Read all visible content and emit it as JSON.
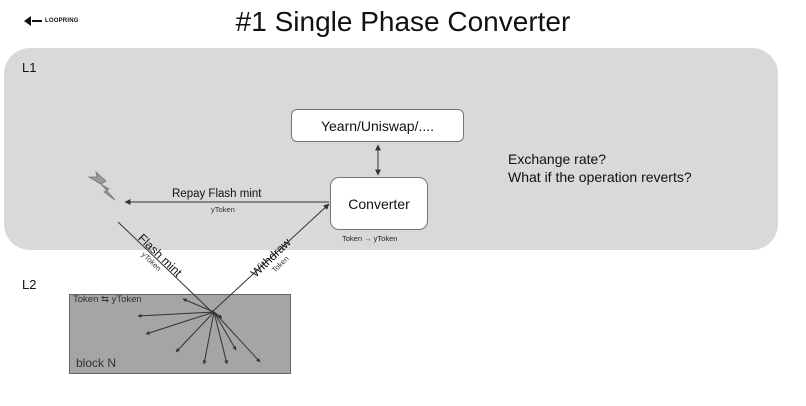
{
  "logo": {
    "text": "LOOPRING"
  },
  "title": "#1 Single Phase Converter",
  "layers": {
    "l1": "L1",
    "l2": "L2"
  },
  "nodes": {
    "yearn": "Yearn/Uniswap/....",
    "converter": "Converter",
    "converter_caption": "Token → yToken"
  },
  "questions": [
    "Exchange rate?",
    "What if the operation reverts?"
  ],
  "edges": {
    "repay": {
      "label": "Repay Flash mint",
      "sub": "yToken"
    },
    "flash": {
      "label": "Flash mint",
      "sub": "yToken"
    },
    "withdraw": {
      "label": "Withdraw",
      "sub": "Token"
    }
  },
  "block": {
    "top_label": "Token ⇆ yToken",
    "name": "block N"
  },
  "icons": {
    "lightning": "lightning-icon",
    "logo_mark": "loopring-logo-icon"
  },
  "colors": {
    "panel": "#d9d9d9",
    "block": "#a5a5a5",
    "line": "#333333",
    "lightning": "#9a9a9a"
  }
}
